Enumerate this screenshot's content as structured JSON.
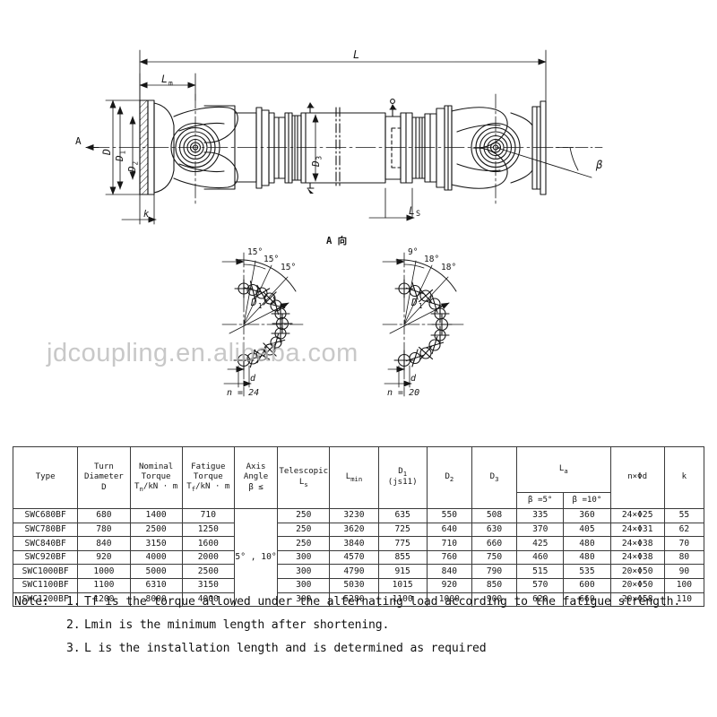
{
  "drawing": {
    "title_a_view": "A 向",
    "dimension_labels": {
      "overall_length": "L",
      "flange_to_joint": "L",
      "flange_to_joint_sub": "m",
      "telescopic": "L",
      "telescopic_sub": "S",
      "outer_diameter": "D",
      "bolt_circle": "D",
      "bolt_circle_sub": "1",
      "spigot": "D",
      "spigot_sub": "2",
      "tube_diameter": "D",
      "tube_diameter_sub": "3",
      "flange_thickness": "k",
      "section_arrow": "A",
      "angle": "β"
    },
    "bolt_view_left": {
      "angles": [
        "15°",
        "15°",
        "15°"
      ],
      "pitch_diameter": "D",
      "pitch_diameter_sub": "1",
      "hole_label": "d",
      "count_label": "n = 24",
      "count_prefix": "n",
      "count_value": "= 24",
      "holes": 24
    },
    "bolt_view_right": {
      "angles": [
        "9°",
        "18°",
        "18°"
      ],
      "pitch_diameter": "D",
      "pitch_diameter_sub": "1",
      "hole_label": "d",
      "count_label": "n = 20",
      "count_prefix": "n",
      "count_value": "= 20",
      "holes": 20
    },
    "watermark": "jdcoupling.en.alibaba.com"
  },
  "table": {
    "headers": {
      "type": "Type",
      "turn_diameter_l1": "Turn",
      "turn_diameter_l2": "Diameter",
      "turn_diameter_l3": "D",
      "nominal_torque_l1": "Nominal",
      "nominal_torque_l2": "Torque",
      "nominal_torque_l3_main": "T",
      "nominal_torque_l3_sub": "n",
      "nominal_torque_l3_unit": "/kN · m",
      "fatigue_torque_l1": "Fatigue",
      "fatigue_torque_l2": "Torque",
      "fatigue_torque_l3_main": "T",
      "fatigue_torque_l3_sub": "f",
      "fatigue_torque_l3_unit": "/kN · m",
      "axis_angle_l1": "Axis",
      "axis_angle_l2": "Angle",
      "axis_angle_l3": "β ≤",
      "telescopic_l1": "Telescopic",
      "telescopic_l2_main": "L",
      "telescopic_l2_sub": "s",
      "lmin_main": "L",
      "lmin_sub": "min",
      "d1_main": "D",
      "d1_sub": "1",
      "d1_tol": "(js11)",
      "d2_main": "D",
      "d2_sub": "2",
      "d3_main": "D",
      "d3_sub": "3",
      "la_main": "L",
      "la_sub": "a",
      "la_beta5": "β =5°",
      "la_beta10": "β =10°",
      "nphid": "n×Φd",
      "k": "k"
    },
    "axis_angle_merged_value": "5° , 10°",
    "rows": [
      {
        "type": "SWC680BF",
        "turn_diameter": "680",
        "nominal_torque": "1400",
        "fatigue_torque": "710",
        "telescopic": "250",
        "lmin": "3230",
        "d1": "635",
        "d2": "550",
        "d3": "508",
        "la_beta5": "335",
        "la_beta10": "360",
        "nphid": "24×Φ25",
        "k": "55"
      },
      {
        "type": "SWC780BF",
        "turn_diameter": "780",
        "nominal_torque": "2500",
        "fatigue_torque": "1250",
        "telescopic": "250",
        "lmin": "3620",
        "d1": "725",
        "d2": "640",
        "d3": "630",
        "la_beta5": "370",
        "la_beta10": "405",
        "nphid": "24×Φ31",
        "k": "62"
      },
      {
        "type": "SWC840BF",
        "turn_diameter": "840",
        "nominal_torque": "3150",
        "fatigue_torque": "1600",
        "telescopic": "250",
        "lmin": "3840",
        "d1": "775",
        "d2": "710",
        "d3": "660",
        "la_beta5": "425",
        "la_beta10": "480",
        "nphid": "24×Φ38",
        "k": "70"
      },
      {
        "type": "SWC920BF",
        "turn_diameter": "920",
        "nominal_torque": "4000",
        "fatigue_torque": "2000",
        "telescopic": "300",
        "lmin": "4570",
        "d1": "855",
        "d2": "760",
        "d3": "750",
        "la_beta5": "460",
        "la_beta10": "480",
        "nphid": "24×Φ38",
        "k": "80"
      },
      {
        "type": "SWC1000BF",
        "turn_diameter": "1000",
        "nominal_torque": "5000",
        "fatigue_torque": "2500",
        "telescopic": "300",
        "lmin": "4790",
        "d1": "915",
        "d2": "840",
        "d3": "790",
        "la_beta5": "515",
        "la_beta10": "535",
        "nphid": "20×Φ50",
        "k": "90"
      },
      {
        "type": "SWC1100BF",
        "turn_diameter": "1100",
        "nominal_torque": "6310",
        "fatigue_torque": "3150",
        "telescopic": "300",
        "lmin": "5030",
        "d1": "1015",
        "d2": "920",
        "d3": "850",
        "la_beta5": "570",
        "la_beta10": "600",
        "nphid": "20×Φ50",
        "k": "100"
      },
      {
        "type": "SWC1200BF",
        "turn_diameter": "1200",
        "nominal_torque": "8000",
        "fatigue_torque": "4000",
        "telescopic": "300",
        "lmin": "5280",
        "d1": "1100",
        "d2": "1000",
        "d3": "900",
        "la_beta5": "620",
        "la_beta10": "660",
        "nphid": "20×Φ58",
        "k": "110"
      }
    ]
  },
  "notes": {
    "label": "Note:",
    "items": [
      {
        "num": "1.",
        "text": "Tf is the torque allowed under the alternating load according to the fatigue strength."
      },
      {
        "num": "2.",
        "text": "Lmin is the minimum length after shortening."
      },
      {
        "num": "3.",
        "text": "L is the installation length and is determined as required"
      }
    ]
  },
  "colors": {
    "line": "#161616",
    "table_border": "#3a3a3a",
    "watermark": "#b9b9b9",
    "background": "#ffffff"
  }
}
